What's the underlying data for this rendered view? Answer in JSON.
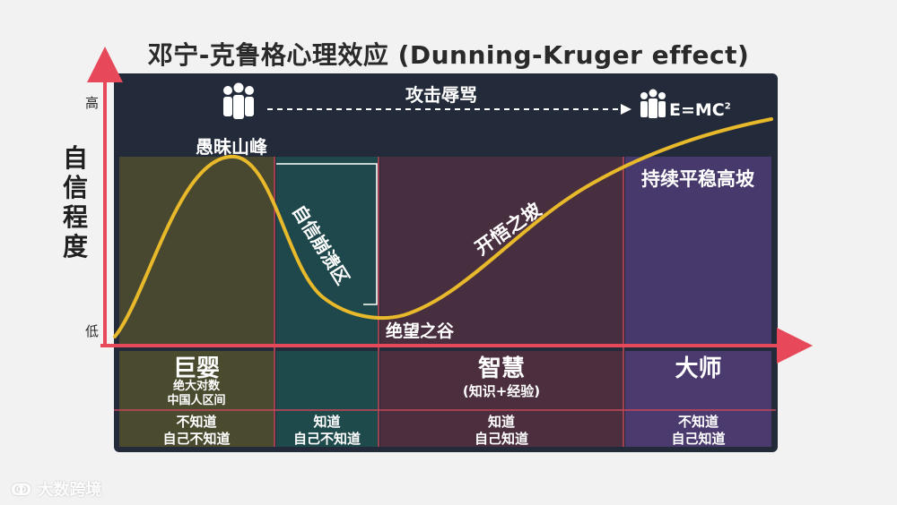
{
  "title": "邓宁-克鲁格心理效应 (Dunning-Kruger effect)",
  "y_axis": {
    "label": "自信程度",
    "high": "高",
    "low": "低"
  },
  "top_arrow": {
    "label": "攻击辱骂",
    "right_label": "E=MC",
    "superscript": "2"
  },
  "curve_labels": {
    "peak": "愚昧山峰",
    "crash": "自信崩溃区",
    "valley": "绝望之谷",
    "slope": "开悟之坡",
    "plateau": "持续平稳高坡"
  },
  "stages": [
    {
      "name": "巨婴",
      "sub": [
        "绝大对数",
        "中国人区间"
      ],
      "know": [
        "不知道",
        "自己不知道"
      ],
      "color": "#4a4a2e"
    },
    {
      "name": "",
      "sub": [],
      "know": [
        "知道",
        "自己不知道"
      ],
      "color": "#1f4a4c"
    },
    {
      "name": "智慧",
      "sub": [
        "(知识+经验)"
      ],
      "know": [
        "知道",
        "自己知道"
      ],
      "color": "#4b2f3f"
    },
    {
      "name": "大师",
      "sub": [],
      "know": [
        "不知道",
        "自己知道"
      ],
      "color": "#4a3a6e"
    }
  ],
  "watermark": "大数跨境",
  "colors": {
    "curve": "#e8b92a",
    "axis": "#e8495a",
    "panel": "#232a39"
  }
}
